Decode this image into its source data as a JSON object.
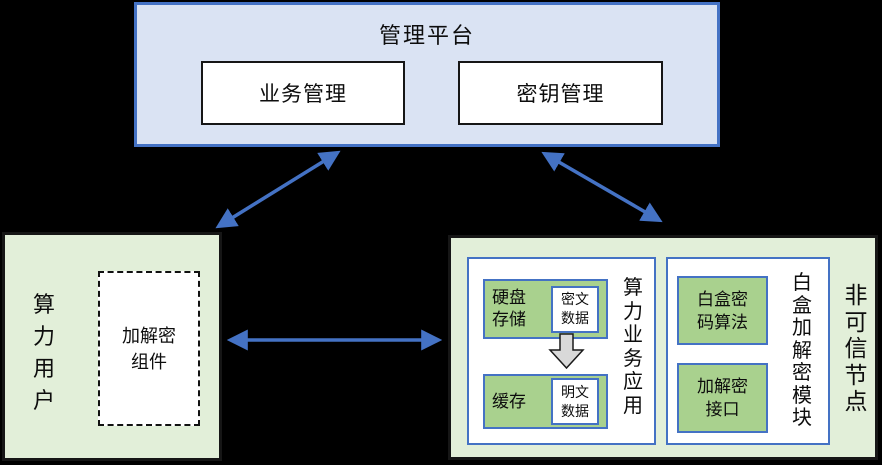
{
  "colors": {
    "background": "#000000",
    "platform_fill": "#dae3f3",
    "node_fill": "#e2efd9",
    "inner_green_fill": "#a9d18e",
    "accent_blue": "#4472c4",
    "block_arrow_fill": "#d9d9d9"
  },
  "platform": {
    "title": "管理平台",
    "business_mgmt": "业务管理",
    "key_mgmt": "密钥管理"
  },
  "user_node": {
    "label": "算力用户",
    "crypto_component": "加解密组件"
  },
  "untrusted_node": {
    "label": "非可信节点",
    "business_app": {
      "label": "算力业务应用",
      "disk_storage": "硬盘存储",
      "cipher_data": "密文数据",
      "cache": "缓存",
      "plain_data": "明文数据"
    },
    "whitebox_module": {
      "label": "白盒加解密模块",
      "algorithm": "白盒密码算法",
      "interface": "加解密接口"
    }
  },
  "connectors": [
    {
      "from": "管理平台",
      "to": "算力用户",
      "style": "double-arrow"
    },
    {
      "from": "管理平台",
      "to": "非可信节点",
      "style": "double-arrow"
    },
    {
      "from": "算力用户",
      "to": "非可信节点",
      "style": "double-arrow"
    },
    {
      "from": "密文数据",
      "to": "明文数据",
      "style": "block-arrow-down"
    }
  ]
}
